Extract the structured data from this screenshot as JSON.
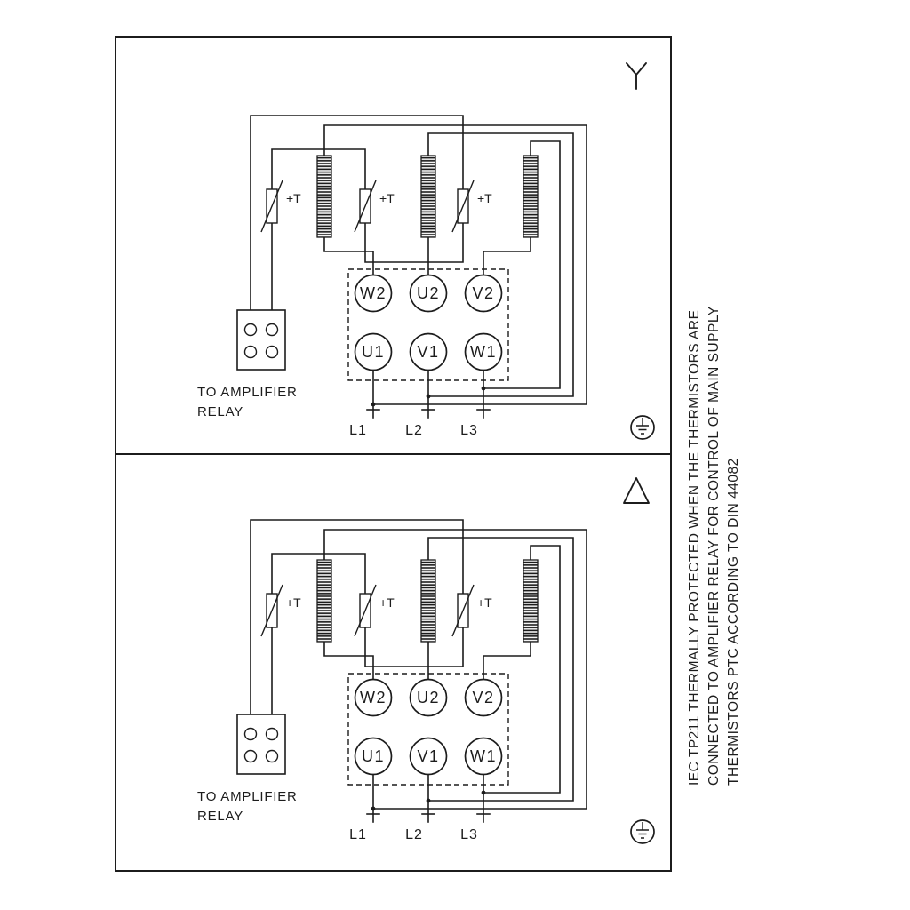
{
  "panel": {
    "terminals_top": [
      "W2",
      "U2",
      "V2"
    ],
    "terminals_bottom": [
      "U1",
      "V1",
      "W1"
    ],
    "supply_lines": [
      "L1",
      "L2",
      "L3"
    ],
    "thermistor_label": "+T",
    "relay_label_line1": "TO AMPLIFIER",
    "relay_label_line2": "RELAY"
  },
  "symbols": {
    "top_panel": "star-connection",
    "bottom_panel": "delta-connection",
    "ground": "protective-earth-ground"
  },
  "side_note": {
    "lines": [
      "IEC TP211 THERMALLY PROTECTED WHEN THE THERMISTORS ARE",
      "CONNECTED TO AMPLIFIER RELAY FOR CONTROL OF MAIN SUPPLY",
      "THERMISTORS PTC ACCORDING TO DIN 44082"
    ]
  },
  "colors": {
    "line": "#1c1c1c",
    "background": "#ffffff"
  }
}
